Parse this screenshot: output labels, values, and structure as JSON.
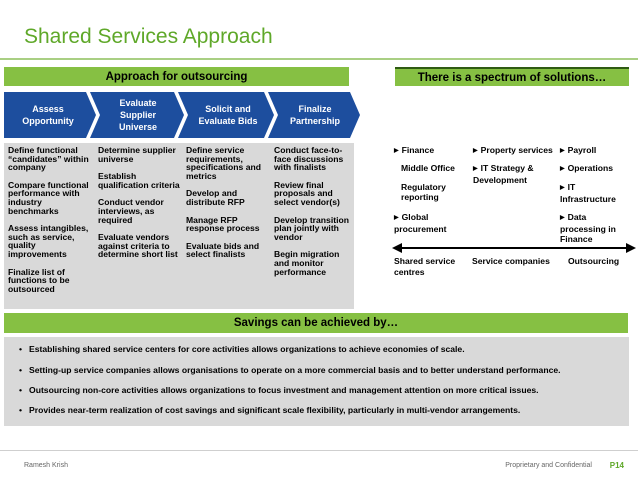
{
  "title": "Shared Services Approach",
  "approach_banner": "Approach for outsourcing",
  "spectrum_banner": "There is a spectrum of solutions…",
  "savings_banner": "Savings can be achieved by…",
  "phases": [
    {
      "label": "Assess\nOpportunity"
    },
    {
      "label": "Evaluate\nSupplier\nUniverse"
    },
    {
      "label": "Solicit and\nEvaluate Bids"
    },
    {
      "label": "Finalize\nPartnership"
    }
  ],
  "columns": [
    {
      "items": [
        "Define functional “candidates” within company",
        "Compare functional performance with industry benchmarks",
        "Assess intangibles, such as service, quality improvements",
        "Finalize list of functions to be outsourced"
      ]
    },
    {
      "items": [
        "Determine supplier universe",
        "Establish qualification criteria",
        "Conduct vendor interviews, as required",
        "Evaluate vendors against criteria to determine short list"
      ]
    },
    {
      "items": [
        "Define service requirements, specifications and metrics",
        "Develop and distribute RFP",
        "Manage RFP response process",
        "Evaluate bids and select finalists"
      ]
    },
    {
      "items": [
        "Conduct face-to-face discussions with finalists",
        "Review final proposals and select vendor(s)",
        "Develop transition plan jointly with vendor",
        "Begin migration and monitor performance"
      ]
    }
  ],
  "spectrum": {
    "col1": [
      {
        "text": "Finance",
        "marker": true
      },
      {
        "text": "Middle Office",
        "marker": false
      },
      {
        "text": "Regulatory\nreporting",
        "marker": false
      },
      {
        "text": "Global\nprocurement",
        "marker": true
      }
    ],
    "col2": [
      {
        "text": "Property services",
        "marker": true
      },
      {
        "text": "IT Strategy &\nDevelopment",
        "marker": true
      }
    ],
    "col3": [
      {
        "text": "Payroll",
        "marker": true
      },
      {
        "text": "Operations",
        "marker": true
      },
      {
        "text": "IT\nInfrastructure",
        "marker": true
      },
      {
        "text": "Data\nprocessing in\nFinance",
        "marker": true
      }
    ],
    "axis_labels": [
      "Shared service\ncentres",
      "Service companies",
      "Outsourcing"
    ]
  },
  "bullets": [
    "Establishing shared service centers for core activities allows organizations to achieve economies of scale.",
    "Setting-up service companies allows organisations to operate on a more commercial basis and to better understand performance.",
    "Outsourcing non-core activities allows organizations to focus investment and management attention on more critical issues.",
    "Provides near-term realization of cost savings and significant scale flexibility, particularly in multi-vendor arrangements."
  ],
  "footer": {
    "author": "Ramesh Krish",
    "confidential": "Proprietary and Confidential",
    "page": "P14"
  },
  "colors": {
    "accent_green": "#86c043",
    "chevron_blue": "#1d4e9e",
    "title_green": "#5fa829"
  }
}
